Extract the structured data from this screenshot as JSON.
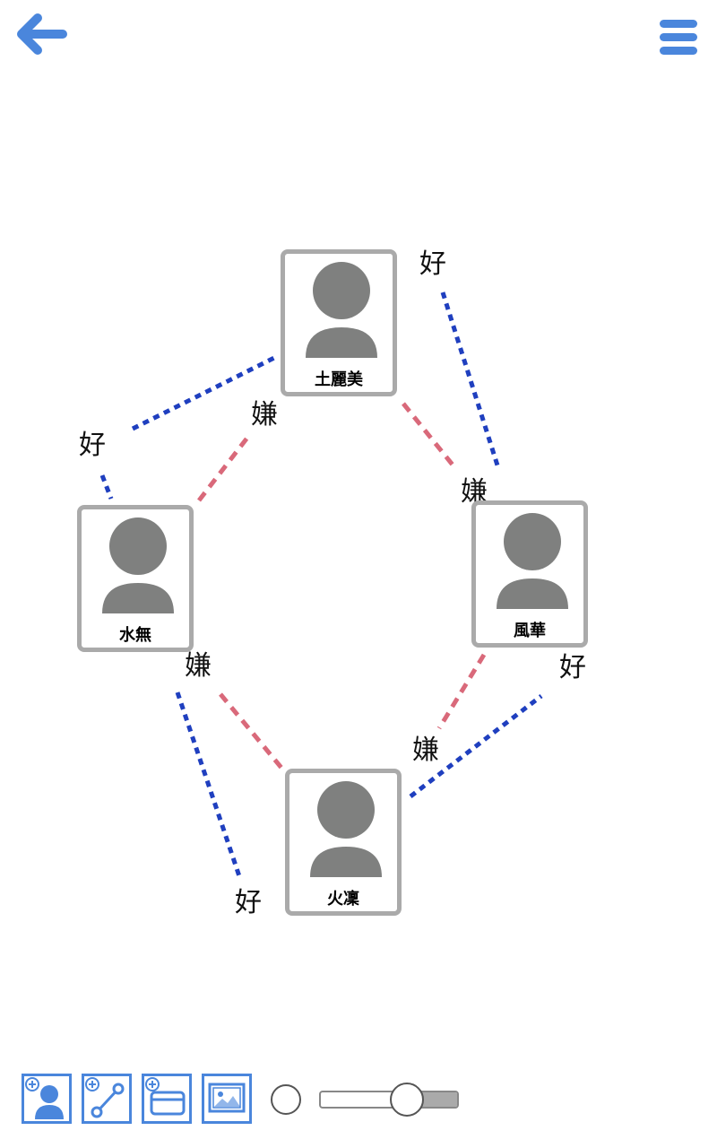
{
  "colors": {
    "accent": "#4a86dc",
    "like": "#1f3fbf",
    "dislike": "#d9697a",
    "card_border": "#aaaaaa",
    "avatar": "#7f807f"
  },
  "icons": {
    "back": "arrow-left-icon",
    "menu": "hamburger-menu-icon",
    "avatar": "person-silhouette-icon"
  },
  "people": [
    {
      "id": "top",
      "name": "土麗美"
    },
    {
      "id": "left",
      "name": "水無"
    },
    {
      "id": "right",
      "name": "風華"
    },
    {
      "id": "bottom",
      "name": "火凜"
    }
  ],
  "relations": [
    {
      "from": "top",
      "to": "left",
      "type": "like",
      "label": "好"
    },
    {
      "from": "left",
      "to": "top",
      "type": "dislike",
      "label": "嫌"
    },
    {
      "from": "top",
      "to": "right",
      "type": "dislike",
      "label": "嫌"
    },
    {
      "from": "right",
      "to": "top",
      "type": "like",
      "label": "好"
    },
    {
      "from": "left",
      "to": "bottom",
      "type": "dislike",
      "label": "嫌"
    },
    {
      "from": "bottom",
      "to": "left",
      "type": "like",
      "label": "好"
    },
    {
      "from": "right",
      "to": "bottom",
      "type": "dislike",
      "label": "嫌"
    },
    {
      "from": "bottom",
      "to": "right",
      "type": "like",
      "label": "好"
    }
  ],
  "toolbar": {
    "tools": [
      {
        "id": "add-person",
        "icon": "add-person-icon"
      },
      {
        "id": "add-relation",
        "icon": "add-relation-icon"
      },
      {
        "id": "add-card",
        "icon": "add-card-icon"
      },
      {
        "id": "image",
        "icon": "image-icon"
      }
    ],
    "zoom_fraction": 0.63
  }
}
